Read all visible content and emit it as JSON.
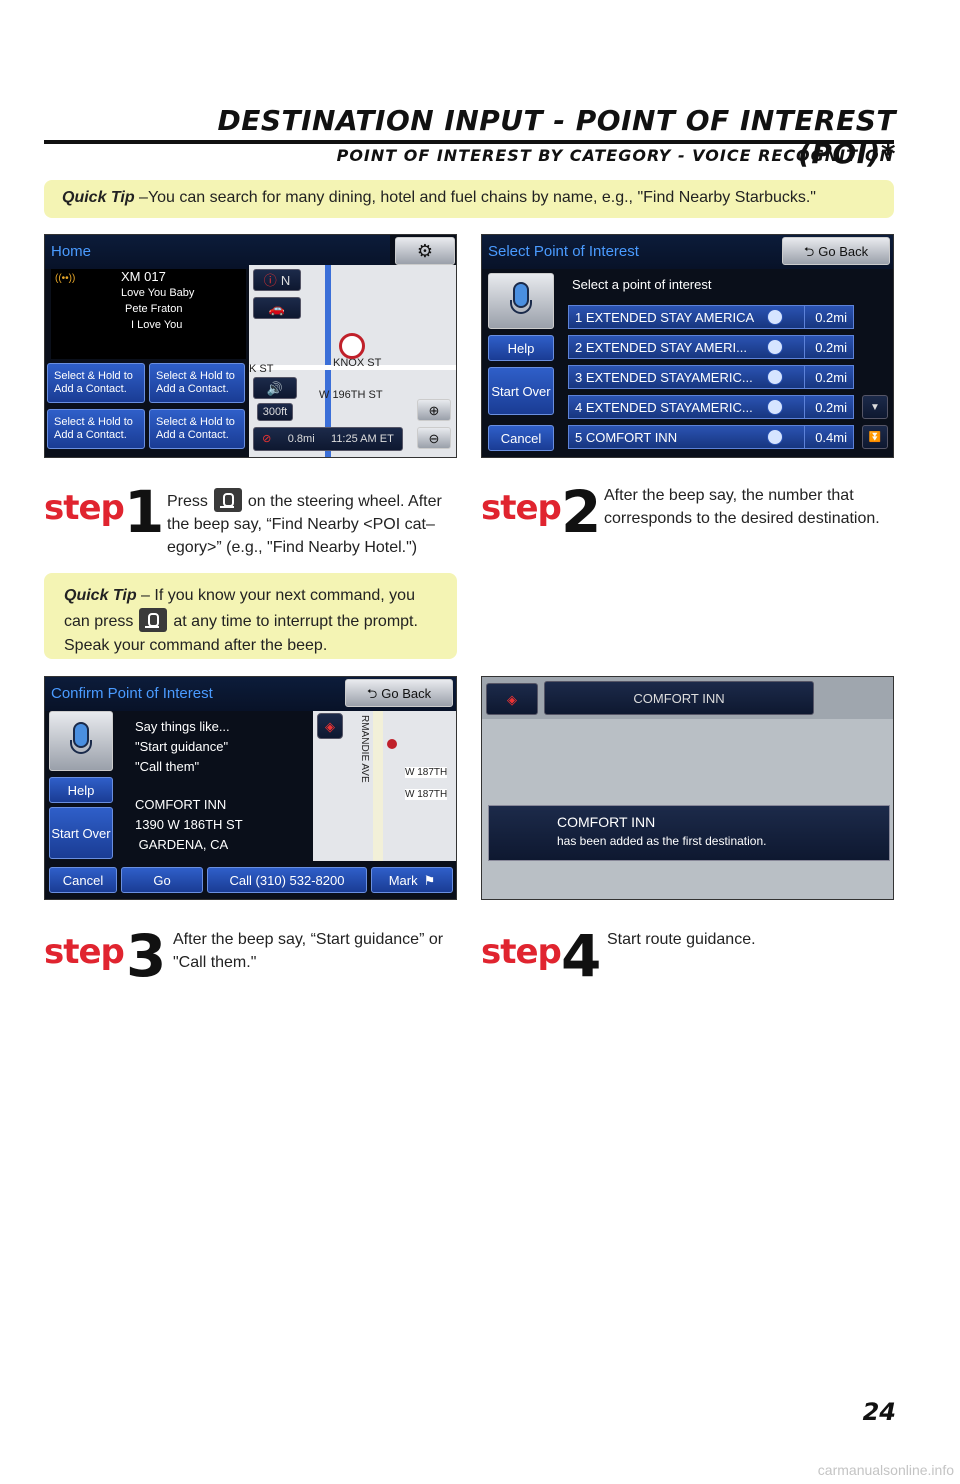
{
  "header": {
    "title": "DESTINATION INPUT - POINT OF INTEREST (POI)*",
    "subtitle": "POINT OF INTEREST BY CATEGORY - VOICE RECOGNITION"
  },
  "tips": {
    "top": {
      "label": "Quick Tip",
      "text": " –You can search for many dining, hotel and fuel chains by name,  e.g., \"Find Nearby Starbucks.\""
    },
    "mid": {
      "label": "Quick Tip",
      "text_a": " – If you know your next command, you can press",
      "text_b": "at any time to interrupt the prompt. Speak your command after the beep."
    }
  },
  "screen1": {
    "title": "Home",
    "radio": {
      "station": "XM 017",
      "lines": [
        "Love You Baby",
        "Pete  Fraton",
        "I Love You"
      ]
    },
    "contact_buttons": [
      "Select & Hold to Add a Contact.",
      "Select & Hold to Add a Contact.",
      "Select & Hold to Add a Contact.",
      "Select & Hold to Add a Contact."
    ],
    "compass": "N",
    "streets": [
      "KNOX ST",
      "W 196TH ST",
      "K ST"
    ],
    "scale": "300ft",
    "distance": "0.8mi",
    "time": "11:25 AM ET"
  },
  "screen2": {
    "title": "Select Point of Interest",
    "go_back": "Go Back",
    "prompt": "Select a point of interest",
    "side_buttons": [
      "Help",
      "Start Over",
      "Cancel"
    ],
    "rows": [
      {
        "name": "1 EXTENDED STAY AMERICA",
        "dist": "0.2mi"
      },
      {
        "name": "2 EXTENDED STAY AMERI...",
        "dist": "0.2mi"
      },
      {
        "name": "3 EXTENDED STAYAMERIC...",
        "dist": "0.2mi"
      },
      {
        "name": "4 EXTENDED STAYAMERIC...",
        "dist": "0.2mi"
      },
      {
        "name": "5 COMFORT INN",
        "dist": "0.4mi"
      }
    ]
  },
  "screen3": {
    "title": "Confirm Point of Interest",
    "go_back": "Go Back",
    "say_lines": [
      "Say things like...",
      "\"Start guidance\"",
      "\"Call them\""
    ],
    "address": [
      "COMFORT INN",
      "1390 W 186TH ST",
      " GARDENA, CA"
    ],
    "side_buttons": [
      "Help",
      "Start Over"
    ],
    "bottom_buttons": [
      "Cancel",
      "Go",
      "Call (310) 532-8200",
      "Mark"
    ],
    "streets": [
      "W 187TH",
      "W 187TH",
      "RMANDIE AVE"
    ]
  },
  "screen4": {
    "banner": "COMFORT INN",
    "msg_title": "COMFORT INN",
    "msg_body": "has been added as the first destination."
  },
  "steps": [
    {
      "word": "step",
      "num": "1",
      "text_a": "Press",
      "text_b": "on the steering wheel. After the beep say, “Find Nearby <POI cat– egory>” (e.g., \"Find Nearby Hotel.\")"
    },
    {
      "word": "step",
      "num": "2",
      "text": "After the beep say, the number that corresponds to the desired destination."
    },
    {
      "word": "step",
      "num": "3",
      "text": "After the beep say, “Start guidance” or \"Call them.\""
    },
    {
      "word": "step",
      "num": "4",
      "text": "Start route guidance."
    }
  ],
  "page_number": "24",
  "watermark": "carmanualsonline.info"
}
